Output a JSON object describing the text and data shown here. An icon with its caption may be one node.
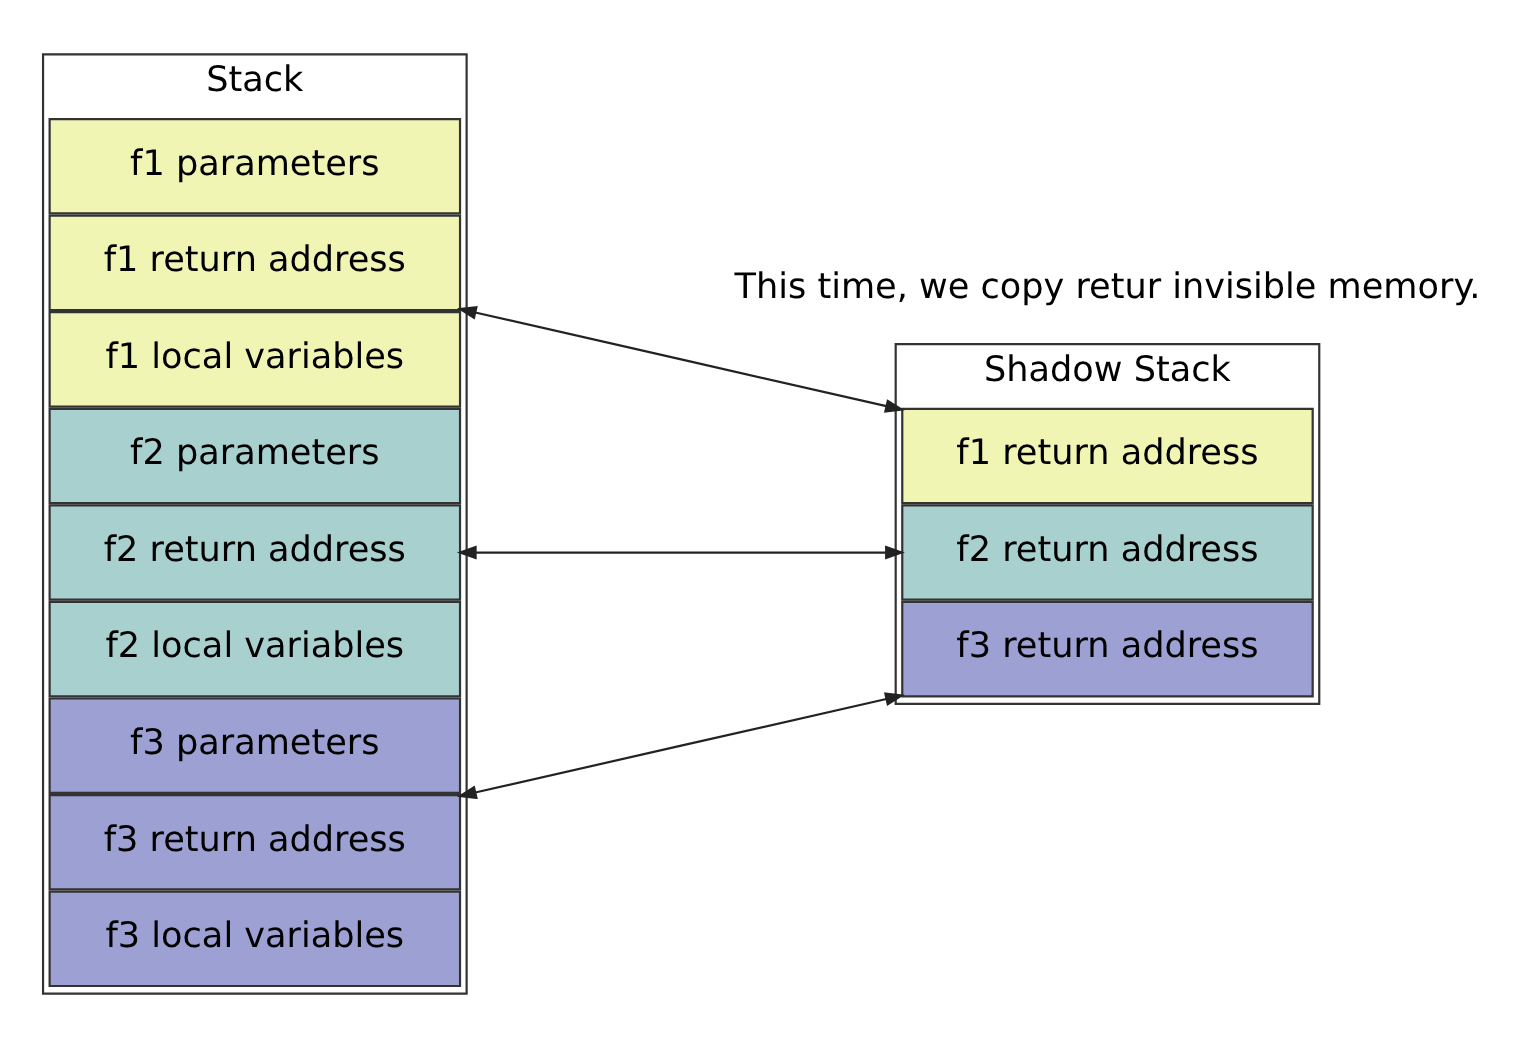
{
  "diagram": {
    "nodes": [
      {
        "text": [
          "Stack"
        ]
      },
      {
        "text": [
          "f1 parameters"
        ],
        "in": 0
      },
      {
        "text": [
          "f1 return address"
        ],
        "in": 0
      },
      {
        "text": [
          "f1 local variables"
        ],
        "in": 0
      },
      {
        "text": [
          "f2 parameters"
        ],
        "in": 0
      },
      {
        "text": [
          "f2 return address"
        ],
        "in": 0
      },
      {
        "text": [
          "f2 local variables"
        ],
        "in": 0
      },
      {
        "text": [
          "f3 parameters"
        ],
        "in": 0
      },
      {
        "text": [
          "f3 return address"
        ],
        "in": 0
      },
      {
        "text": [
          "f3 local variables"
        ],
        "in": 0
      },
      {
        "text": [
          "Shadow Stack"
        ]
      },
      {
        "text": [
          "f1 return address"
        ],
        "in": 10
      },
      {
        "text": [
          "f2 return address"
        ],
        "in": 10
      },
      {
        "text": [
          "f3 return address"
        ],
        "in": 10
      }
    ],
    "edges": [
      {
        "from": 2,
        "to": 11,
        "arrow": "both"
      },
      {
        "from": 5,
        "to": 12,
        "arrow": "both"
      },
      {
        "from": 13,
        "to": 8,
        "arrow": "both"
      }
    ],
    "labels": [
      "This time, we copy retur invisible memory."
    ]
  }
}
